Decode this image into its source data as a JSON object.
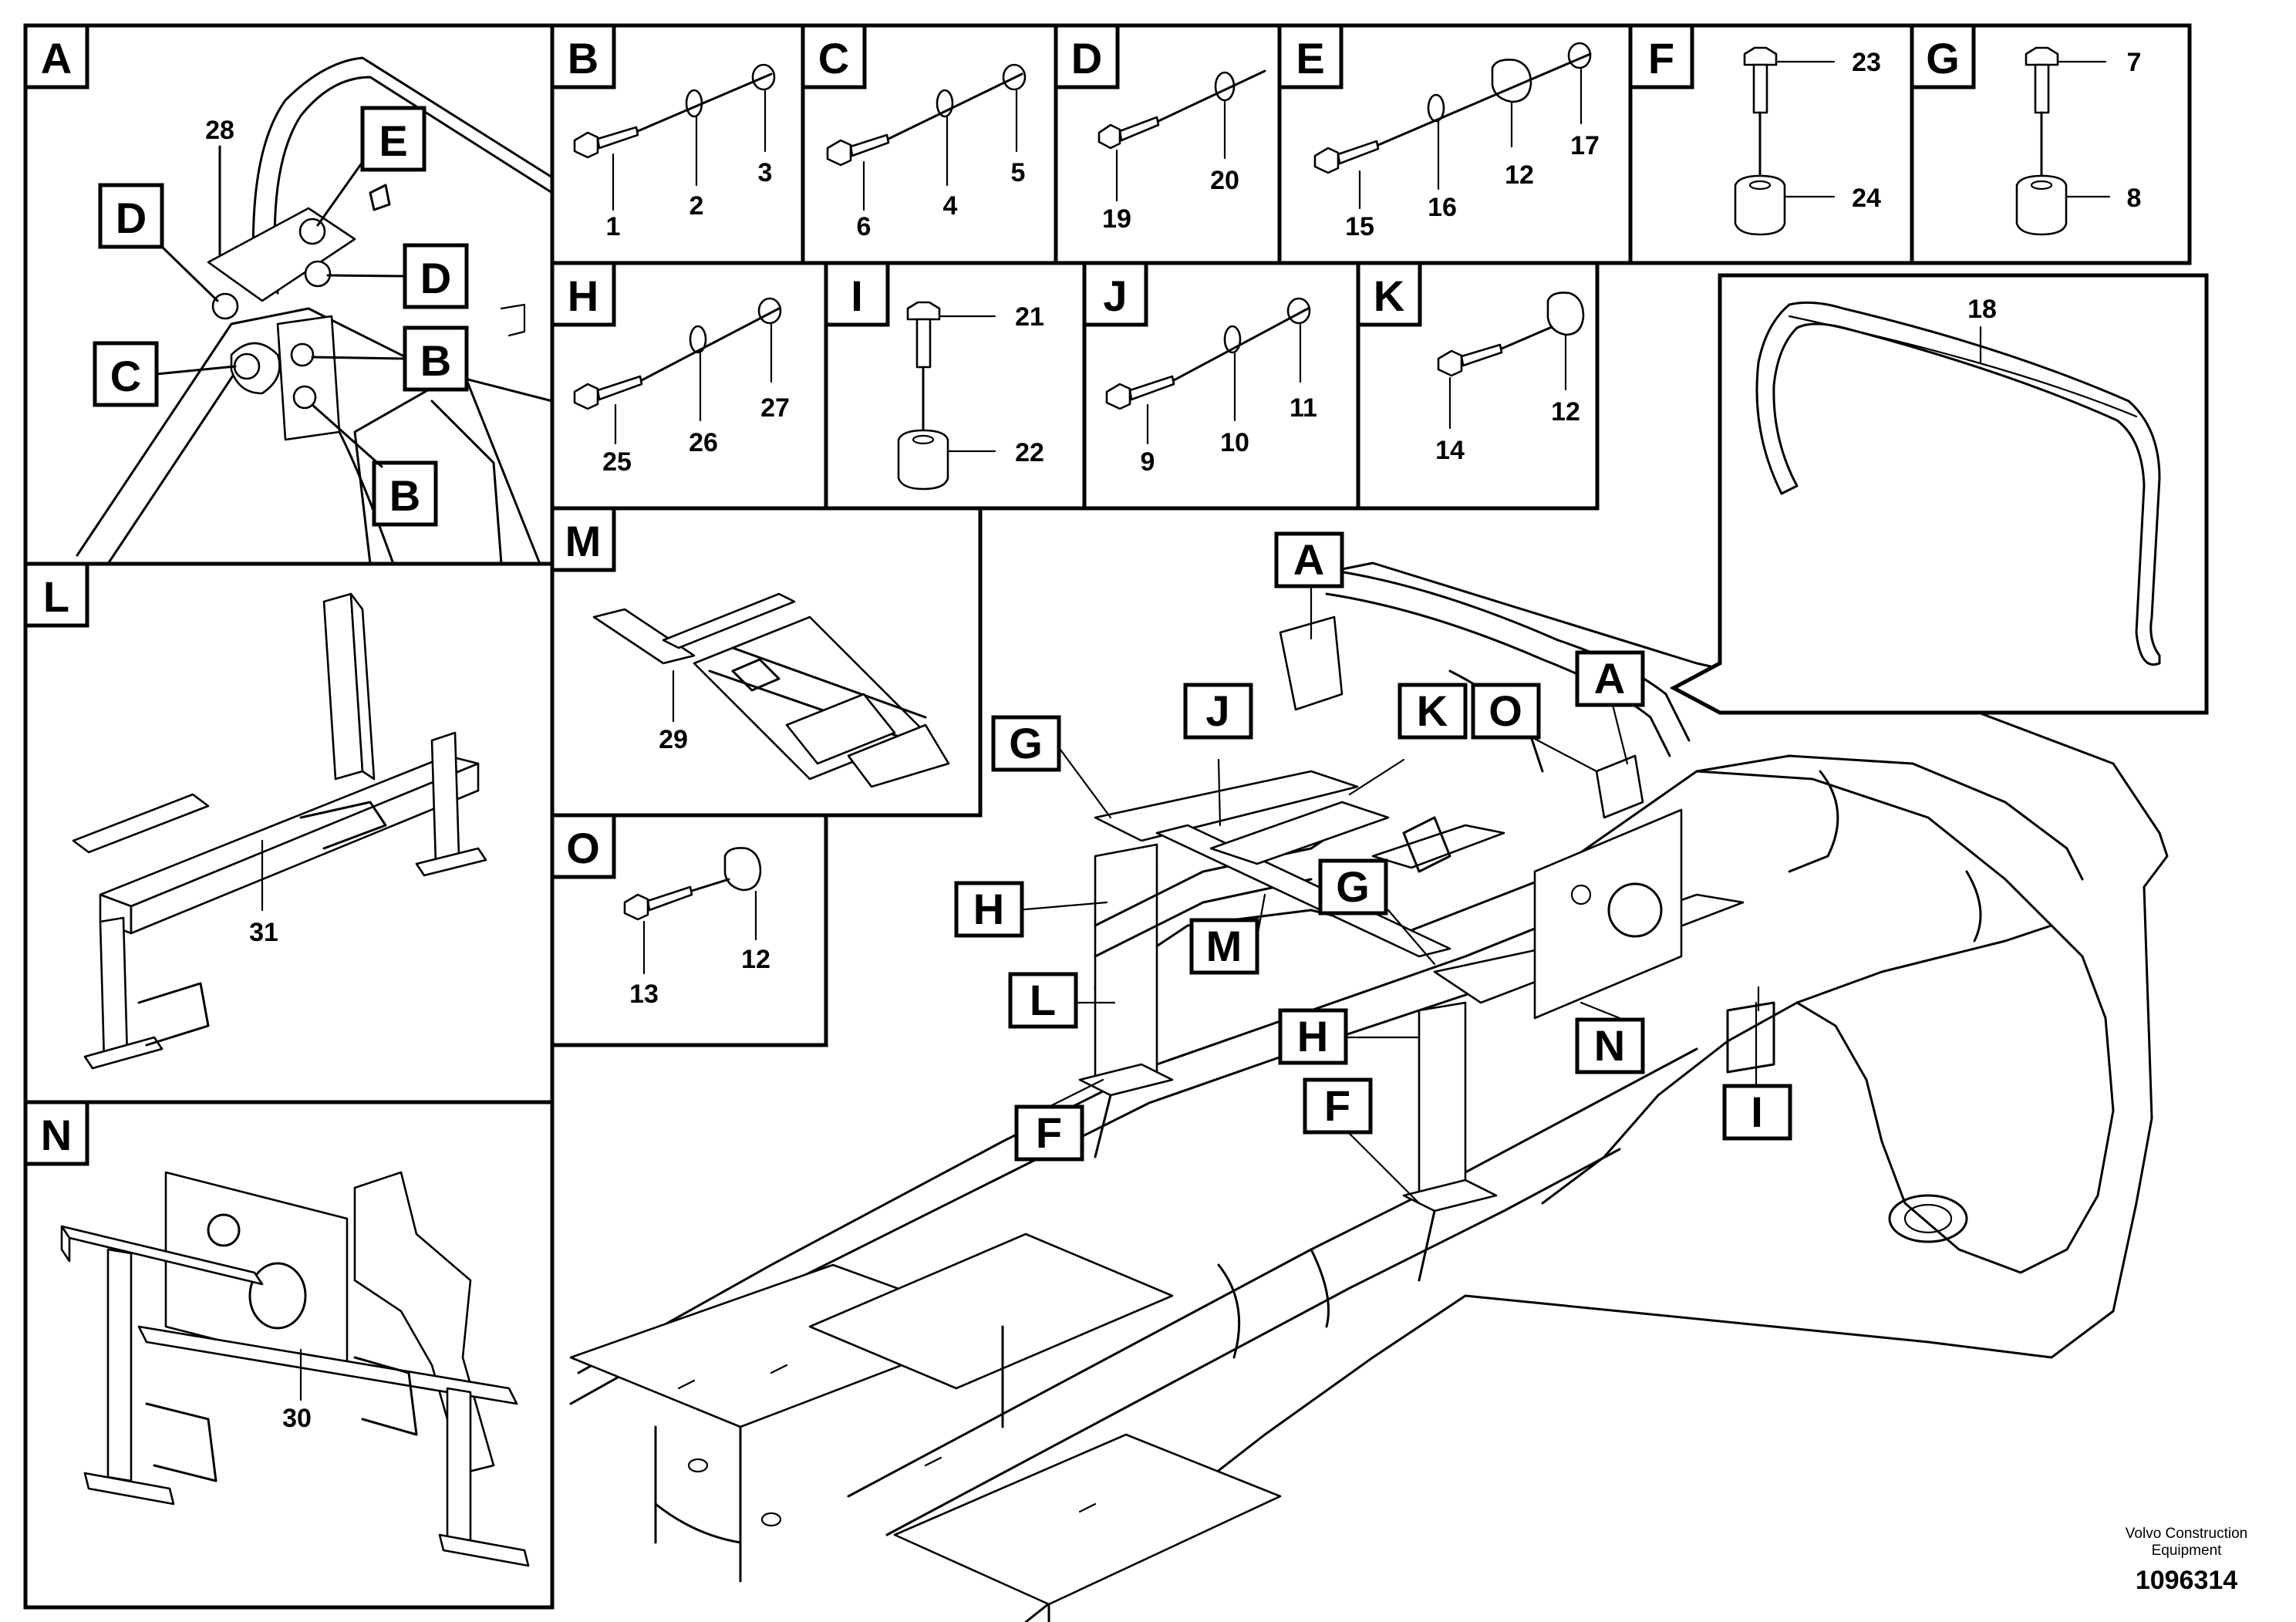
{
  "panels": {
    "A": {
      "letter": "A",
      "callouts": [
        "D",
        "E",
        "D",
        "C",
        "B",
        "B"
      ],
      "numbers": [
        "28"
      ]
    },
    "B": {
      "letter": "B",
      "numbers": [
        "1",
        "2",
        "3"
      ]
    },
    "C": {
      "letter": "C",
      "numbers": [
        "6",
        "4",
        "5"
      ]
    },
    "D": {
      "letter": "D",
      "numbers": [
        "19",
        "20"
      ]
    },
    "E": {
      "letter": "E",
      "numbers": [
        "15",
        "16",
        "12",
        "17"
      ]
    },
    "F": {
      "letter": "F",
      "numbers": [
        "23",
        "24"
      ]
    },
    "G": {
      "letter": "G",
      "numbers": [
        "7",
        "8"
      ]
    },
    "H": {
      "letter": "H",
      "numbers": [
        "25",
        "26",
        "27"
      ]
    },
    "I": {
      "letter": "I",
      "numbers": [
        "21",
        "22"
      ]
    },
    "J": {
      "letter": "J",
      "numbers": [
        "9",
        "10",
        "11"
      ]
    },
    "K": {
      "letter": "K",
      "numbers": [
        "14",
        "12"
      ]
    },
    "R18": {
      "numbers": [
        "18"
      ]
    },
    "L": {
      "letter": "L",
      "numbers": [
        "31"
      ]
    },
    "M": {
      "letter": "M",
      "numbers": [
        "29"
      ]
    },
    "N": {
      "letter": "N",
      "numbers": [
        "30"
      ]
    },
    "O": {
      "letter": "O",
      "numbers": [
        "13",
        "12"
      ]
    }
  },
  "main_callouts": [
    "A",
    "J",
    "K",
    "O",
    "A",
    "G",
    "H",
    "M",
    "G",
    "L",
    "H",
    "N",
    "I",
    "F",
    "F"
  ],
  "footer": {
    "company_line1": "Volvo Construction",
    "company_line2": "Equipment",
    "drawing_number": "1096314"
  }
}
